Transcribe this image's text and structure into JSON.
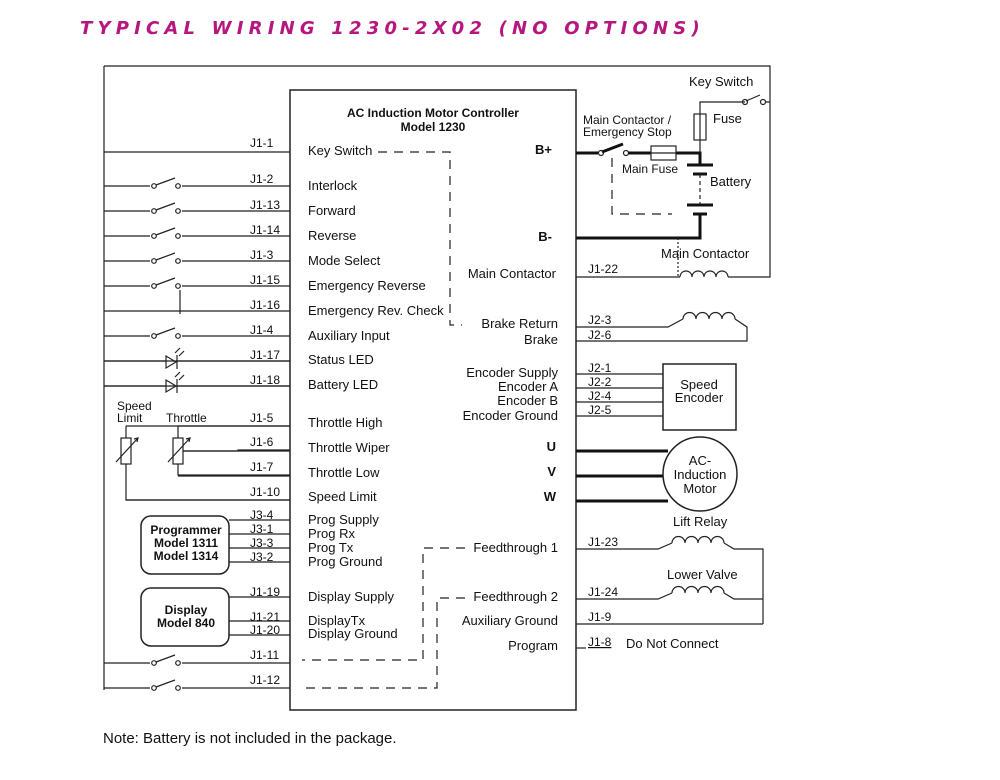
{
  "title": "TYPICAL WIRING 1230-2X02 (NO OPTIONS)",
  "note": "Note: Battery is not included in the package.",
  "controller": {
    "title_line1": "AC Induction Motor Controller",
    "title_line2": "Model 1230",
    "left_pins": [
      {
        "pin": "J1-1",
        "label": "Key Switch"
      },
      {
        "pin": "J1-2",
        "label": "Interlock"
      },
      {
        "pin": "J1-13",
        "label": "Forward"
      },
      {
        "pin": "J1-14",
        "label": "Reverse"
      },
      {
        "pin": "J1-3",
        "label": "Mode Select"
      },
      {
        "pin": "J1-15",
        "label": "Emergency Reverse"
      },
      {
        "pin": "J1-16",
        "label": "Emergency Rev. Check"
      },
      {
        "pin": "J1-4",
        "label": "Auxiliary Input"
      },
      {
        "pin": "J1-17",
        "label": "Status LED"
      },
      {
        "pin": "J1-18",
        "label": "Battery LED"
      },
      {
        "pin": "J1-5",
        "label": "Throttle High"
      },
      {
        "pin": "J1-6",
        "label": "Throttle Wiper"
      },
      {
        "pin": "J1-7",
        "label": "Throttle Low"
      },
      {
        "pin": "J1-10",
        "label": "Speed Limit"
      },
      {
        "pin": "J3-4",
        "label": "Prog Supply"
      },
      {
        "pin": "J3-1",
        "label": "Prog Rx"
      },
      {
        "pin": "J3-3",
        "label": "Prog Tx"
      },
      {
        "pin": "J3-2",
        "label": "Prog Ground"
      },
      {
        "pin": "J1-19",
        "label": "Display Supply"
      },
      {
        "pin": "J1-21",
        "label": "DisplayTx"
      },
      {
        "pin": "J1-20",
        "label": "Display Ground"
      },
      {
        "pin": "J1-11",
        "label": ""
      },
      {
        "pin": "J1-12",
        "label": ""
      }
    ],
    "right_labels": {
      "b_plus": "B+",
      "b_minus": "B-",
      "main_contactor": "Main Contactor",
      "brake_return": "Brake Return",
      "brake": "Brake",
      "encoder_supply": "Encoder Supply",
      "encoder_a": "Encoder A",
      "encoder_b": "Encoder B",
      "encoder_ground": "Encoder Ground",
      "u": "U",
      "v": "V",
      "w": "W",
      "feedthrough1": "Feedthrough 1",
      "feedthrough2": "Feedthrough 2",
      "aux_ground": "Auxiliary Ground",
      "program": "Program"
    },
    "right_pins": {
      "main_contactor": "J1-22",
      "brake_return": "J2-3",
      "brake": "J2-6",
      "encoder_supply": "J2-1",
      "encoder_a": "J2-2",
      "encoder_b": "J2-4",
      "encoder_ground": "J2-5",
      "feedthrough1": "J1-23",
      "feedthrough2": "J1-24",
      "aux_ground": "J1-9",
      "program": "J1-8"
    }
  },
  "external": {
    "key_switch": "Key Switch",
    "fuse": "Fuse",
    "main_contactor_estop_line1": "Main Contactor /",
    "main_contactor_estop_line2": "Emergency Stop",
    "main_fuse": "Main Fuse",
    "battery": "Battery",
    "main_contactor_coil": "Main Contactor",
    "speed_encoder_line1": "Speed",
    "speed_encoder_line2": "Encoder",
    "motor_line1": "AC-",
    "motor_line2": "Induction",
    "motor_line3": "Motor",
    "lift_relay": "Lift Relay",
    "lower_valve": "Lower Valve",
    "do_not_connect": "Do Not Connect",
    "speed_limit_line1": "Speed",
    "speed_limit_line2": "Limit",
    "throttle": "Throttle",
    "programmer_line1": "Programmer",
    "programmer_line2": "Model 1311",
    "programmer_line3": "Model 1314",
    "display_line1": "Display",
    "display_line2": "Model 840"
  }
}
